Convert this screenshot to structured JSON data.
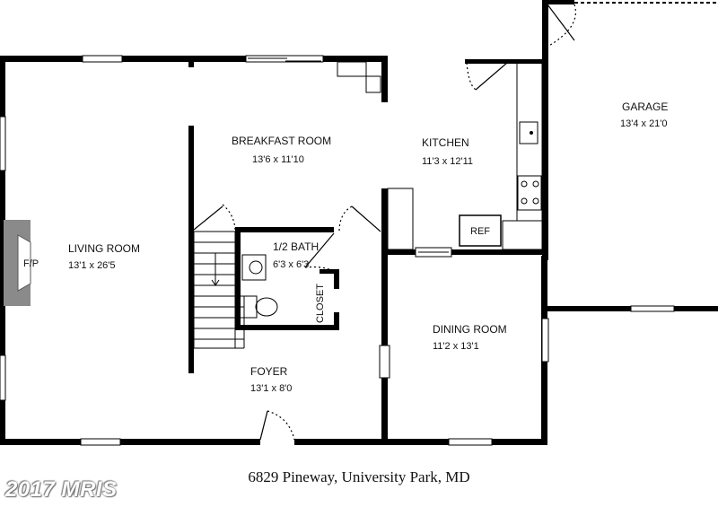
{
  "rooms": {
    "living_room": {
      "name": "LIVING ROOM",
      "size": "13'1 x 26'5"
    },
    "breakfast_room": {
      "name": "BREAKFAST ROOM",
      "size": "13'6 x 11'10"
    },
    "kitchen": {
      "name": "KITCHEN",
      "size": "11'3 x 12'11"
    },
    "garage": {
      "name": "GARAGE",
      "size": "13'4 x 21'0"
    },
    "half_bath": {
      "name": "1/2 BATH",
      "size": "6'3 x 6'3"
    },
    "dining_room": {
      "name": "DINING ROOM",
      "size": "11'2 x 13'1"
    },
    "foyer": {
      "name": "FOYER",
      "size": "13'1 x 8'0"
    }
  },
  "labels": {
    "fireplace": "F/P",
    "refrigerator": "REF",
    "closet": "CLOSET"
  },
  "address": "6829 Pineway, University Park, MD",
  "watermark": "2017 MRIS"
}
